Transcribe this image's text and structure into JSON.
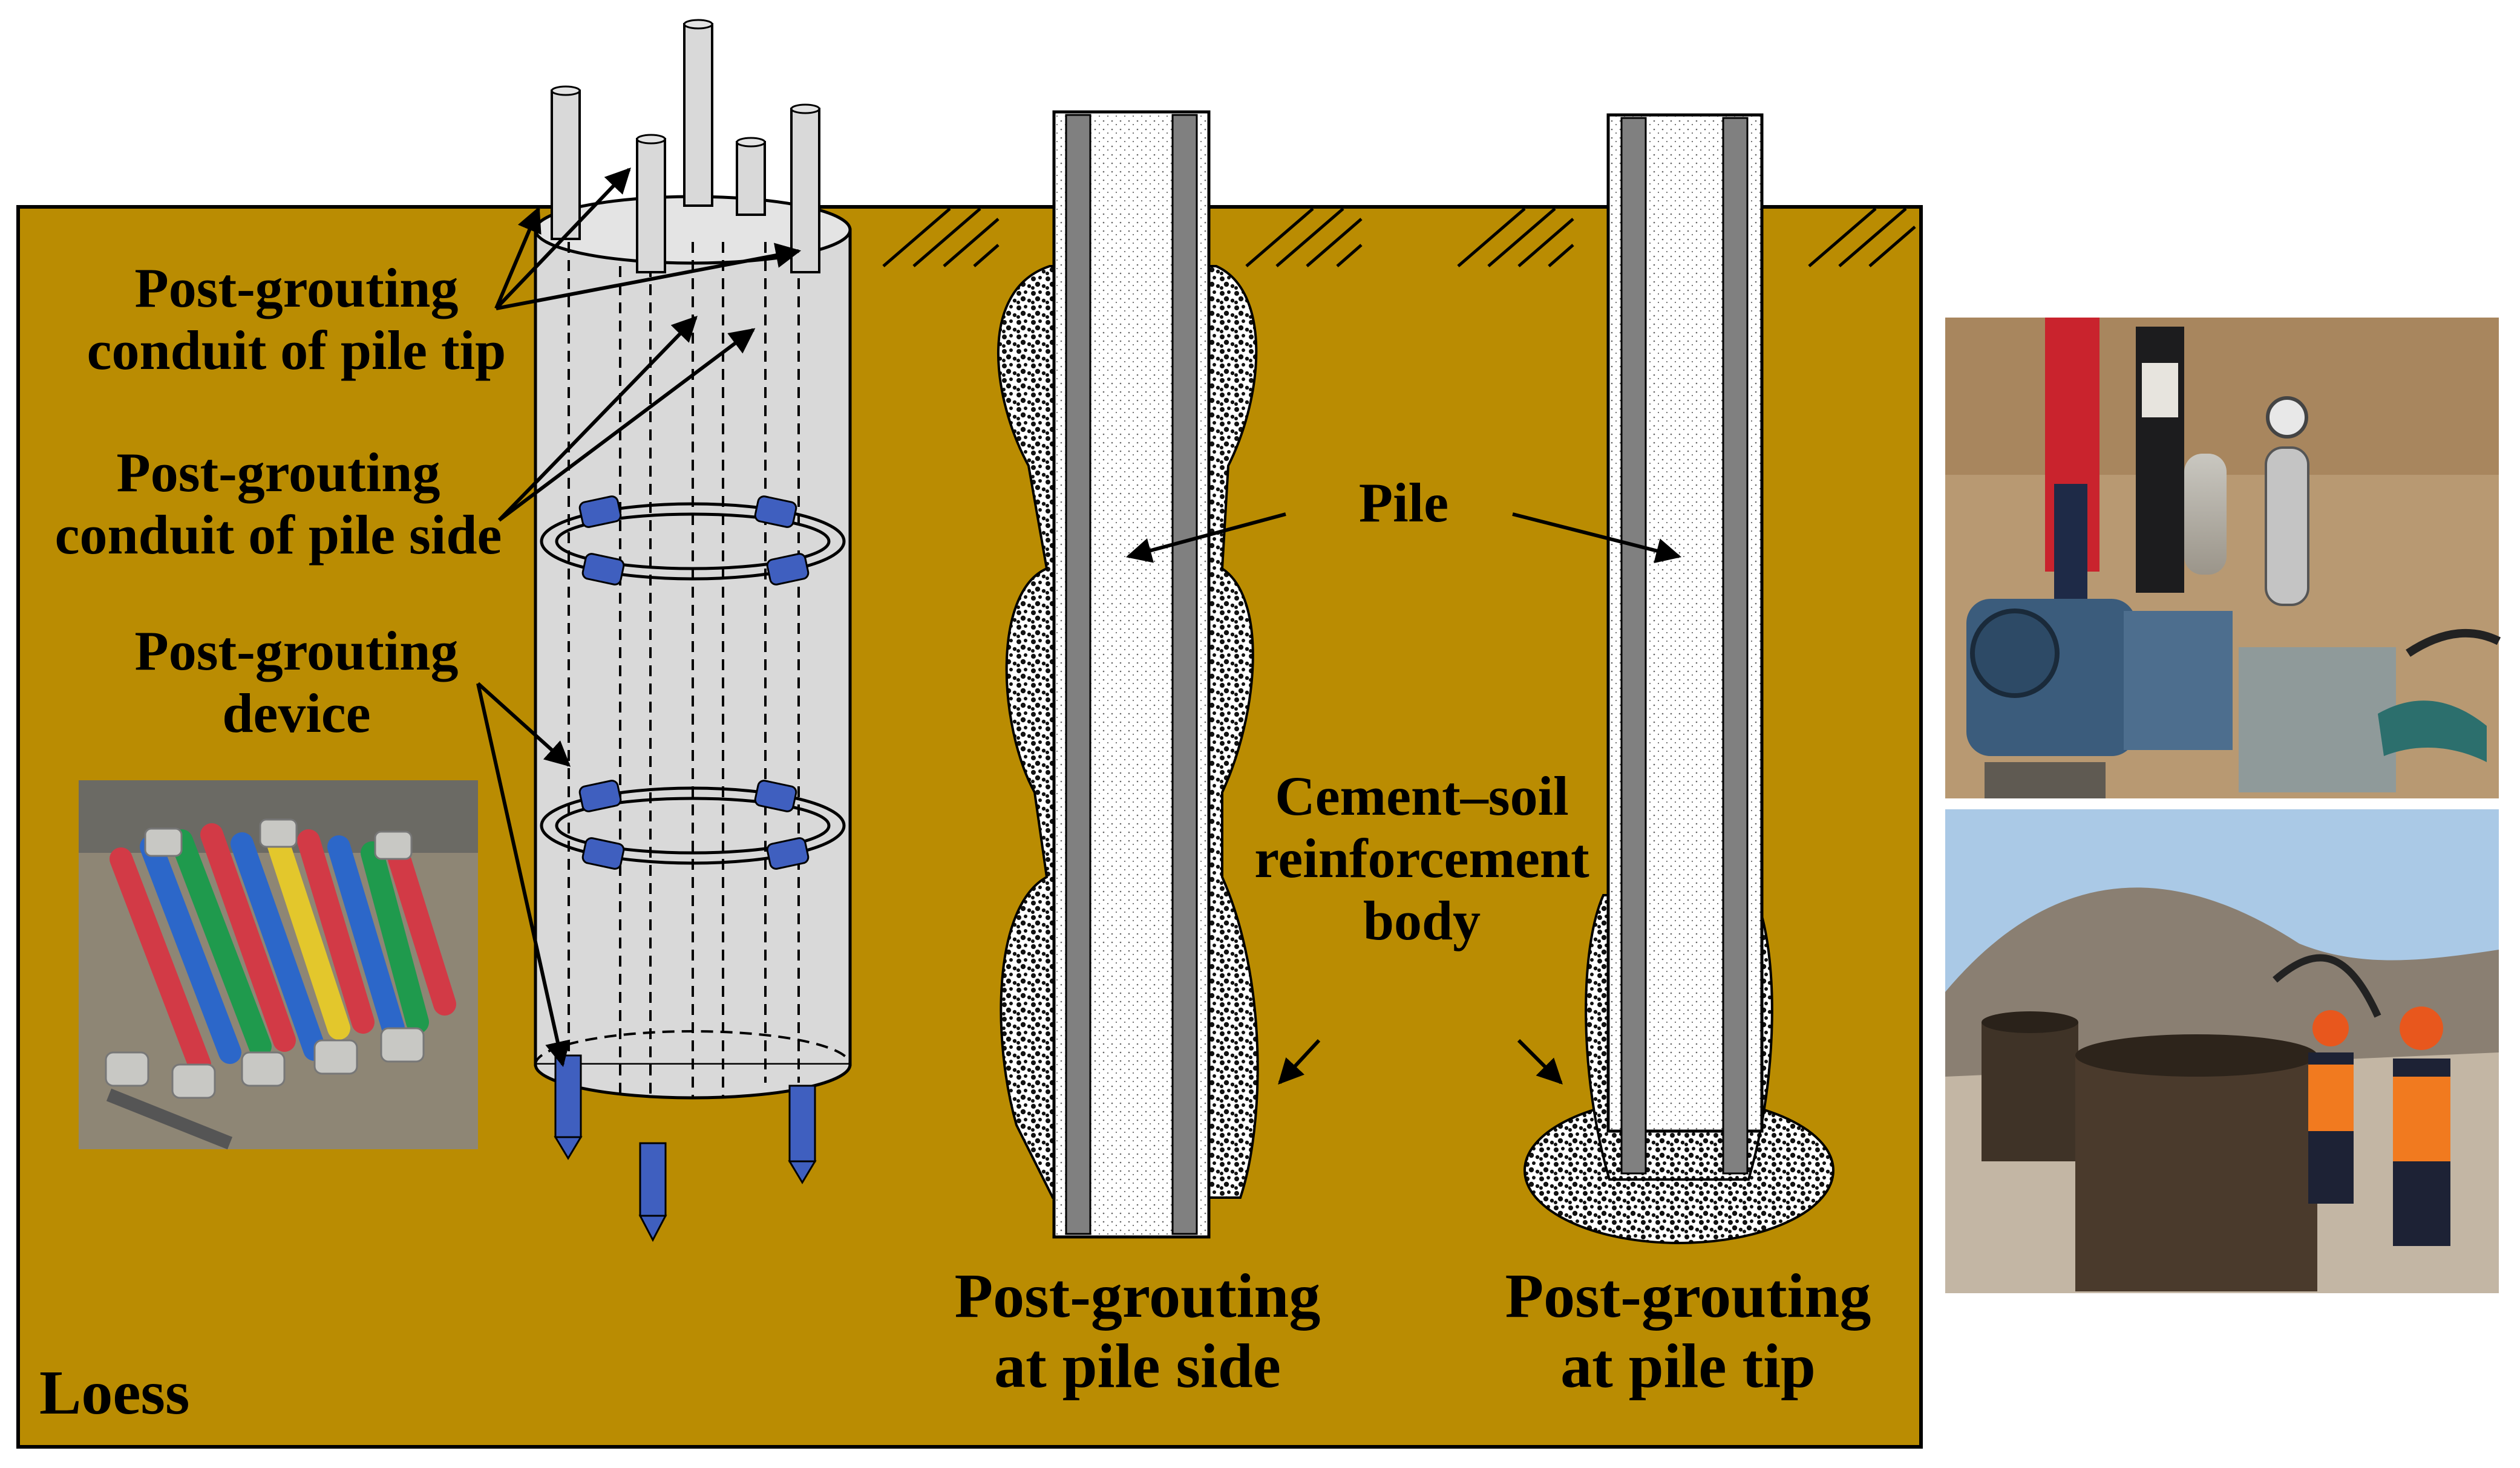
{
  "labels": {
    "conduit_tip": [
      "Post-grouting",
      "conduit of pile tip"
    ],
    "conduit_side": [
      "Post-grouting",
      "conduit of pile side"
    ],
    "device": [
      "Post-grouting",
      "device"
    ],
    "pile": "Pile",
    "cement_soil": [
      "Cement–soil",
      "reinforcement",
      "body"
    ],
    "side_caption": [
      "Post-grouting",
      "at pile side"
    ],
    "tip_caption": [
      "Post-grouting",
      "at pile tip"
    ],
    "soil": "Loess"
  },
  "colors": {
    "loess": "#BA8C02",
    "pile_fill": "#D9D9D9",
    "concrete": "#FFFFFF",
    "steel": "#808080",
    "device": "#3F5FBF",
    "outline": "#000000"
  },
  "icons": [
    "grouting-device-photo",
    "grouting-pump-photo",
    "grouting-workers-photo"
  ]
}
